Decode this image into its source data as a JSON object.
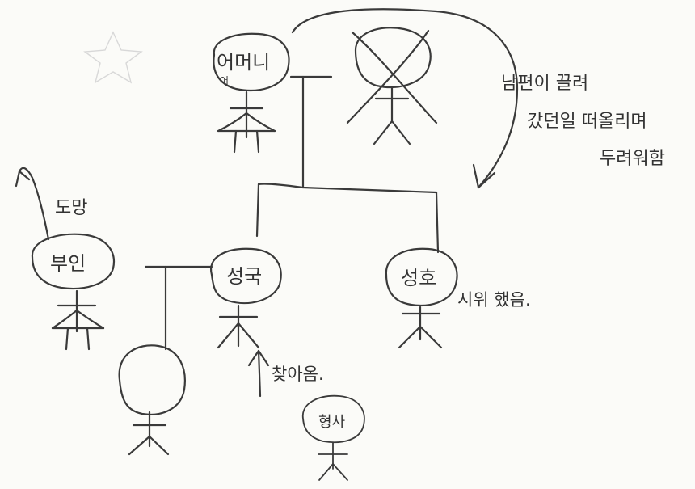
{
  "people": {
    "mother": {
      "name": "어머니",
      "note": "어"
    },
    "wife": {
      "name": "부인"
    },
    "seongguk": {
      "name": "성국"
    },
    "seongho": {
      "name": "성호"
    },
    "detective": {
      "name": "형사"
    }
  },
  "annotations": {
    "husband_note_line1": "남편이 끌려",
    "husband_note_line2": "갔던일 떠올리며",
    "husband_note_line3": "두려워함",
    "escape": "도망",
    "seongho_note": "시위 했음.",
    "visit": "찾아옴."
  },
  "icons": [
    "star-doodle-icon",
    "crossed-out-father",
    "stick-figure"
  ]
}
